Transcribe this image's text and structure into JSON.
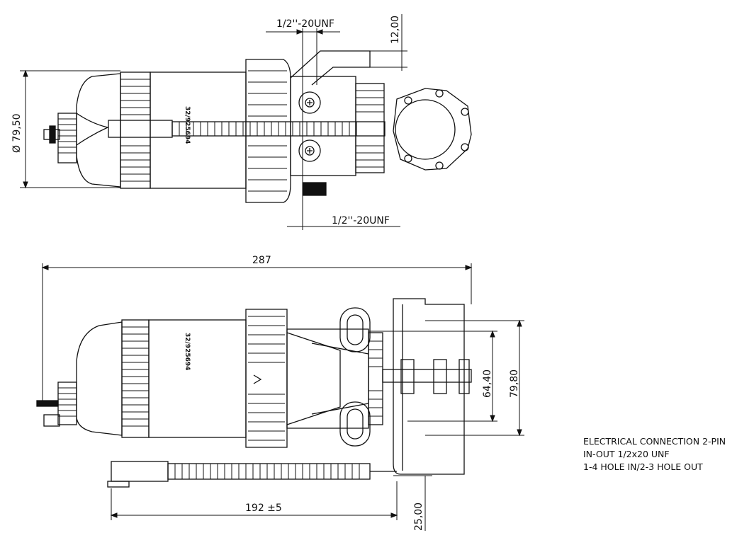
{
  "dimensions": {
    "top_thread_1": "1/2''-20UNF",
    "top_thread_2": "1/2''-20UNF",
    "top_offset": "12,00",
    "diameter": "Ø 79,50",
    "overall_length": "287",
    "height_inner": "64,40",
    "height_outer": "79,80",
    "cable_length": "192 ±5",
    "bottom_offset": "25,00"
  },
  "part_stamp": "32/925694",
  "notes": [
    "ELECTRICAL CONNECTION 2-PIN",
    "IN-OUT 1/2x20 UNF",
    "1-4 HOLE IN/2-3 HOLE OUT"
  ]
}
